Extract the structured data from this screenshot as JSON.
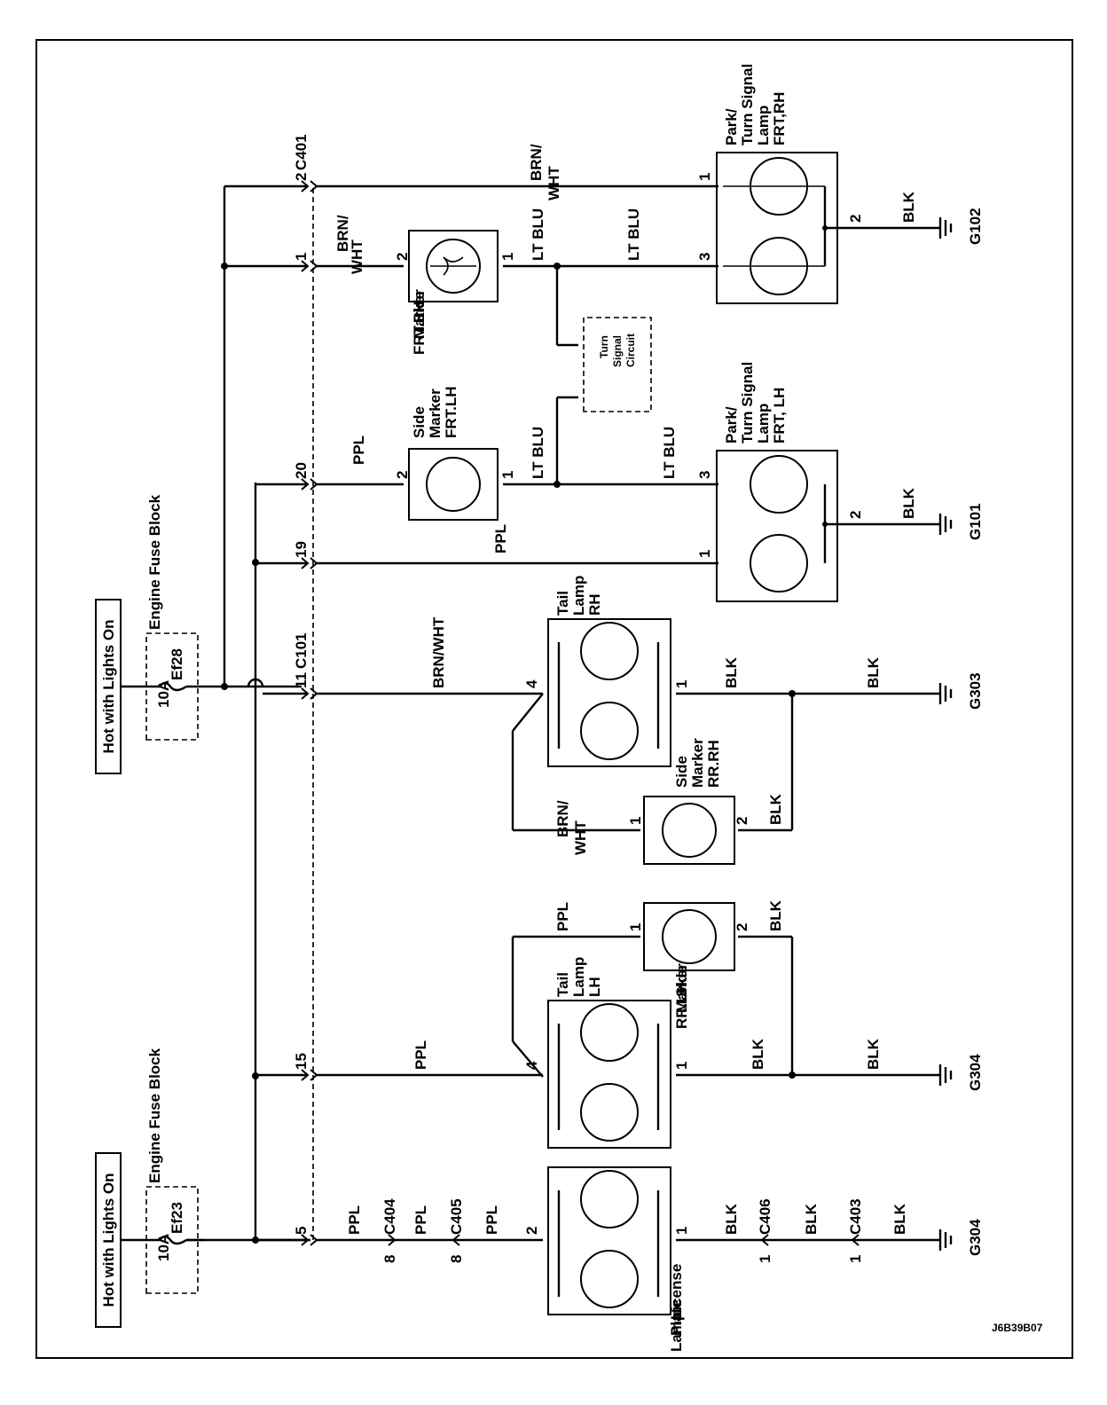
{
  "sources": [
    {
      "label": "Hot with Lights On",
      "fuse_block": "Engine Fuse Block",
      "fuse": "Ef23",
      "rating": "10A"
    },
    {
      "label": "Hot with Lights On",
      "fuse_block": "Engine Fuse Block",
      "fuse": "Ef28",
      "rating": "10A"
    }
  ],
  "connectors": {
    "c401": "C401",
    "c101": "C101",
    "c404": "C404",
    "c405": "C405",
    "c406": "C406",
    "c403": "C403"
  },
  "pins": {
    "p2": "2",
    "p1": "1",
    "p20": "20",
    "p19": "19",
    "p11": "11",
    "p15": "15",
    "p5": "5",
    "p8a": "8",
    "p8b": "8",
    "p4": "4",
    "p3": "3"
  },
  "wires": {
    "brn_wht": "BRN/WHT",
    "brn": "BRN/",
    "wht": "WHT",
    "lt_blu": "LT BLU",
    "ppl": "PPL",
    "blk": "BLK"
  },
  "components": {
    "park_rh": [
      "Park/",
      "Turn Signal",
      "Lamp",
      "FRT,RH"
    ],
    "park_lh": [
      "Park/",
      "Turn Signal",
      "Lamp",
      "FRT, LH"
    ],
    "side_frt_rh": [
      "Side",
      "Marker",
      "FRT.RH"
    ],
    "side_frt_lh": [
      "Side",
      "Marker",
      "FRT.LH"
    ],
    "turn_circuit": [
      "Turn",
      "Signal",
      "Circuit"
    ],
    "tail_rh": [
      "Tail",
      "Lamp",
      "RH"
    ],
    "tail_lh": [
      "Tail",
      "Lamp",
      "LH"
    ],
    "side_rr_rh": [
      "Side",
      "Marker",
      "RR.RH"
    ],
    "side_rr_lh": [
      "Side",
      "Marker",
      "RR.LH"
    ],
    "license": [
      "License",
      "Plate",
      "Lamp"
    ]
  },
  "grounds": {
    "g102": "G102",
    "g101": "G101",
    "g303": "G303",
    "g304a": "G304",
    "g304b": "G304"
  },
  "doc_id": "J6B39B07"
}
